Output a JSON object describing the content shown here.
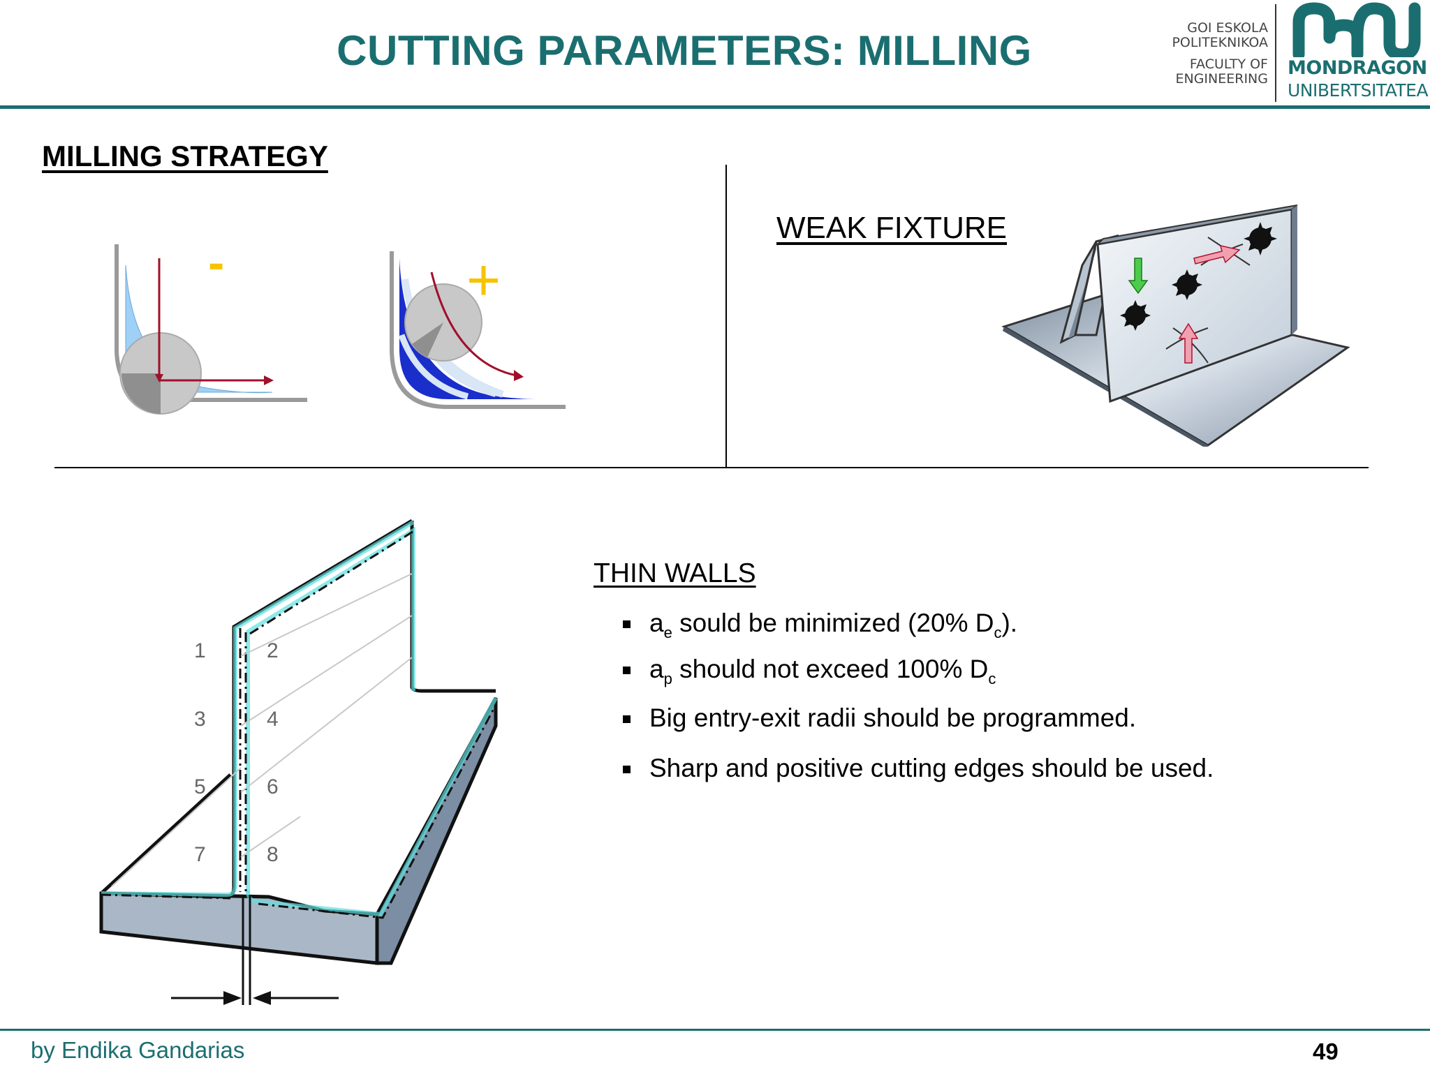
{
  "header": {
    "title": "CUTTING PARAMETERS: MILLING",
    "institution_lines": [
      "GOI ESKOLA",
      "POLITEKNIKOA",
      "FACULTY OF",
      "ENGINEERING"
    ],
    "university_name": [
      "MONDRAGON",
      "UNIBERTSITATEA"
    ],
    "brand_color": "#1b6e70"
  },
  "sections": {
    "milling_strategy": "MILLING STRATEGY",
    "weak_fixture": "WEAK FIXTURE",
    "thin_walls": {
      "heading": "THIN WALLS",
      "bullets": [
        {
          "pre": "a",
          "sub": "e",
          "mid": " sould be minimized (20% D",
          "sub2": "c",
          "post": ")."
        },
        {
          "pre": "a",
          "sub": "p",
          "mid": " should not exceed 100% D",
          "sub2": "c",
          "post": ""
        },
        {
          "text": "Big entry-exit radii should be programmed."
        },
        {
          "text": "Sharp and positive cutting edges should be used."
        }
      ]
    }
  },
  "figures": {
    "strategy_minus_symbol": "-",
    "strategy_plus_symbol": "+",
    "wall_pass_numbers": [
      "1",
      "2",
      "3",
      "4",
      "5",
      "6",
      "7",
      "8"
    ]
  },
  "footer": {
    "author": "by Endika Gandarias",
    "page_number": "49"
  }
}
